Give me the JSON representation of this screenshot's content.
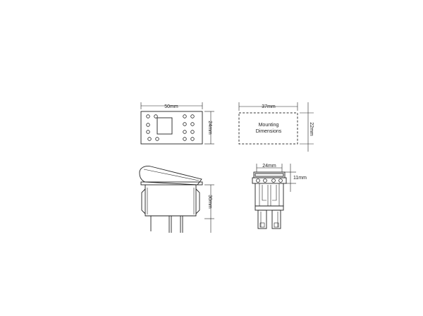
{
  "dimensions": {
    "front_width": "50mm",
    "front_height": "24mm",
    "mounting_width": "37mm",
    "mounting_height": "22mm",
    "terminal_width": "24mm",
    "terminal_height": "11mm",
    "body_height": "30mm"
  },
  "mounting_label": {
    "line1": "Mounting",
    "line2": "Dimensions"
  },
  "line_color": "#222222"
}
